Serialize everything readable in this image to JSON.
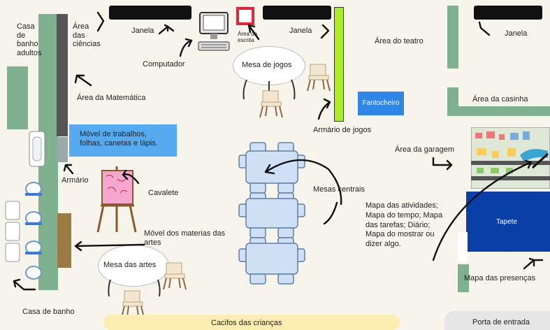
{
  "labels": {
    "casa_banho_adultos": "Casa de banho adultos",
    "area_ciencias": "Área das ciências",
    "janela1": "Janela",
    "janela2": "Janela",
    "janela3": "Janela",
    "area_escrita": "Área da escrita",
    "computador": "Computador",
    "mesa_jogos": "Mesa de jogos",
    "area_teatro": "Área do teatro",
    "area_matematica": "Área da Matemática",
    "fantocheiro": "Fantocheiro",
    "area_casinha": "Área da casinha",
    "armario_jogos": "Armário de jogos",
    "movel_trabalhos": "Móvel de trabalhos, folhas, canetas e lápis.",
    "area_garagem": "Área da garagem",
    "armario": "Armário",
    "cavalete": "Cavalete",
    "mesas_centrais": "Mesas centrais",
    "mapas": "Mapa das atividades; Mapa do tempo; Mapa das tarefas; Diário; Mapa do mostrar ou dizer algo.",
    "tapete": "Tapete",
    "movel_artes": "Móvel dos materias das artes",
    "mesa_artes": "Mesa das artes",
    "mapa_presencas": "Mapa das presenças",
    "casa_banho": "Casa de banho",
    "cacifos": "Cacifos das crianças",
    "porta_entrada": "Porta de entrada"
  },
  "colors": {
    "wall_green": "#7fb08f",
    "window_black": "#111111",
    "shelf_blue": "#55aaf0",
    "tapete_blue": "#0b3fa8",
    "armario_jogos_green": "#aaee22",
    "escrita_red": "#e8243b",
    "cacifos_yellow": "#fbeeb0",
    "table_blue": "#cfe0f5"
  },
  "icons": [
    "computer-icon",
    "chair-icon",
    "easel-icon",
    "sink-icon",
    "toilet-icon",
    "city-rug-icon",
    "arrow-icon"
  ]
}
